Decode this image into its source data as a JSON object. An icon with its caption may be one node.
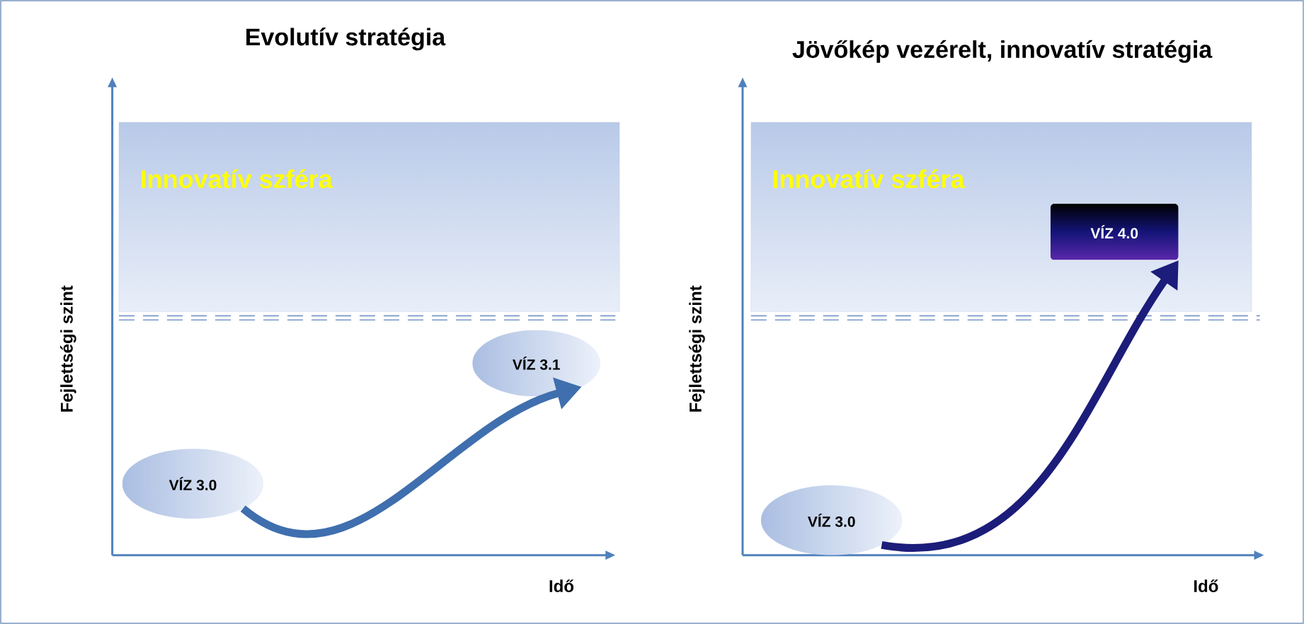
{
  "diagram": {
    "nodes": [
      {
        "text": [
          "Innovatív szféra"
        ]
      },
      {
        "text": [
          "VÍZ 3.0"
        ]
      },
      {
        "text": [
          "VÍZ 3.1"
        ]
      },
      {
        "text": [
          "Innovatív szféra"
        ]
      },
      {
        "text": [
          "VÍZ 3.0"
        ]
      },
      {
        "text": [
          "VÍZ 4.0"
        ],
        "in": 3
      }
    ],
    "edges": [
      {
        "from": 1,
        "to": 2,
        "arrow": "to"
      },
      {
        "from": 4,
        "to": 5,
        "arrow": "to",
        "color": "#1c1c7a"
      }
    ],
    "labels": [
      "Evolutív stratégia",
      "Jövőkép vezérelt, innovatív stratégia",
      "Fejlettségi szint",
      "Idő",
      "Fejlettségi szint",
      "Idő"
    ]
  }
}
